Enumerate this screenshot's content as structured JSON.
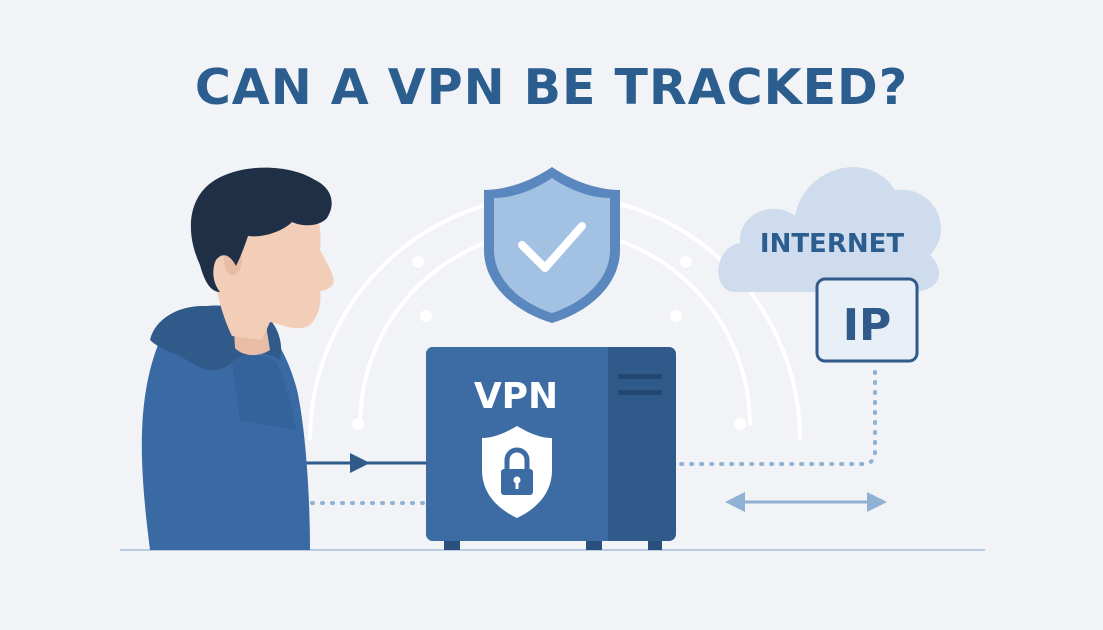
{
  "header": {
    "title": "CAN A VPN BE TRACKED?"
  },
  "server": {
    "label": "VPN"
  },
  "cloud": {
    "label": "INTERNET"
  },
  "ip_box": {
    "label": "IP"
  },
  "colors": {
    "background": "#f1f3f7",
    "title": "#2b5d8f",
    "primary_blue": "#3a6aa3",
    "dark_blue": "#2f5a8a",
    "light_blue": "#9fc0e0",
    "cloud": "#cfdced",
    "dotted_line": "#8fb2d4",
    "hair": "#1f2f45",
    "skin": "#f2cdb8"
  },
  "icons": [
    "shield-check-icon",
    "padlock-icon",
    "cloud-icon",
    "person-illustration",
    "vpn-server-icon"
  ]
}
